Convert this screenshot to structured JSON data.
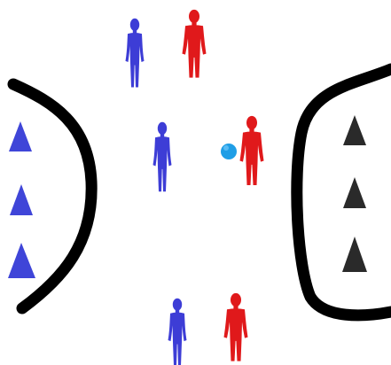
{
  "colors": {
    "background": "#ffffff",
    "boundary_line": "#000000",
    "blue_team": "#3d3dd6",
    "red_team": "#e0191b",
    "ball": "#1f9ee6",
    "cone_blue": "#3f45d8",
    "cone_black": "#2a2a2a"
  },
  "scene": {
    "description_labels": {
      "left_zone": "left-scoring-zone",
      "right_zone": "right-scoring-zone"
    },
    "players": [
      {
        "team": "blue",
        "icon": "player-figure"
      },
      {
        "team": "red",
        "icon": "player-figure"
      },
      {
        "team": "blue",
        "icon": "player-figure"
      },
      {
        "team": "red",
        "icon": "player-figure",
        "has_ball": true
      },
      {
        "team": "blue",
        "icon": "player-figure"
      },
      {
        "team": "red",
        "icon": "player-figure"
      }
    ],
    "cones": [
      {
        "side": "left",
        "color_key": "cone_blue",
        "icon": "triangle-cone"
      },
      {
        "side": "left",
        "color_key": "cone_blue",
        "icon": "triangle-cone"
      },
      {
        "side": "left",
        "color_key": "cone_blue",
        "icon": "triangle-cone"
      },
      {
        "side": "right",
        "color_key": "cone_black",
        "icon": "triangle-cone"
      },
      {
        "side": "right",
        "color_key": "cone_black",
        "icon": "triangle-cone"
      },
      {
        "side": "right",
        "color_key": "cone_black",
        "icon": "triangle-cone"
      }
    ],
    "ball": {
      "icon": "ball"
    }
  }
}
